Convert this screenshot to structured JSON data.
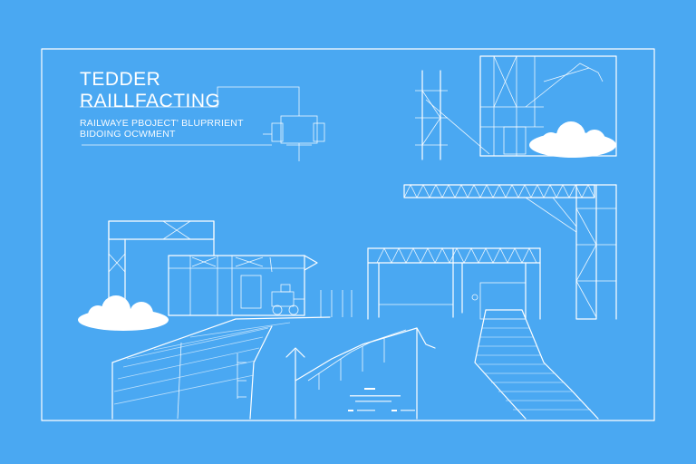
{
  "title": {
    "line1": "TEDDER",
    "line2": "RAILLFACTING"
  },
  "subtitle": {
    "line1": "RAILWAYE PBOJECT' BLUPRRIENT",
    "line2": "BIDOING OCWMENT"
  },
  "colors": {
    "background": "#4aa8f2",
    "linework": "#ffffff",
    "cloud": "#ffffff"
  },
  "icons": [
    "cloud-icon",
    "truck-icon"
  ]
}
